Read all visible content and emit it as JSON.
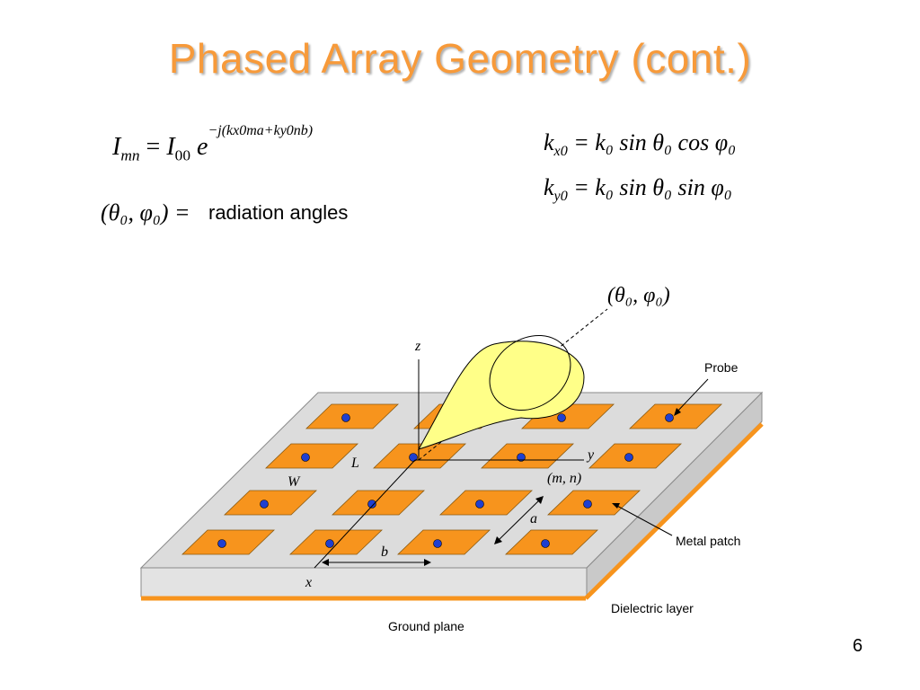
{
  "slide": {
    "title": "Phased Array Geometry (cont.)",
    "page_number": "6"
  },
  "equations": {
    "current": {
      "lhs": "I",
      "lhs_sub": "mn",
      "rhs": "I",
      "rhs_sub": "00",
      "base": "e",
      "exponent": "−j(kx0ma+ky0nb)"
    },
    "kx0": {
      "lhs": "k",
      "lhs_sub": "x0",
      "rhs": "= k₀ sin θ₀ cos φ₀"
    },
    "ky0": {
      "lhs": "k",
      "lhs_sub": "y0",
      "rhs": "= k₀ sin θ₀ sin φ₀"
    },
    "angles": {
      "lhs": "(θ₀, φ₀) =",
      "text": "radiation angles"
    }
  },
  "diagram": {
    "beam_label": "(θ₀, φ₀)",
    "axis_z": "z",
    "axis_y": "y",
    "axis_x": "x",
    "dim_L": "L",
    "dim_W": "W",
    "dim_a": "a",
    "dim_b": "b",
    "element_label": "(m, n)",
    "label_probe": "Probe",
    "label_metal_patch": "Metal patch",
    "label_dielectric": "Dielectric layer",
    "label_ground_plane": "Ground plane",
    "colors": {
      "title": "#f79a3a",
      "patch": "#f7941d",
      "substrate_top": "#d9d9d9",
      "substrate_side": "#bfbfbf",
      "ground_plane": "#f7941d",
      "beam": "#ffff88",
      "probe_dot": "#1f3fd0"
    }
  }
}
